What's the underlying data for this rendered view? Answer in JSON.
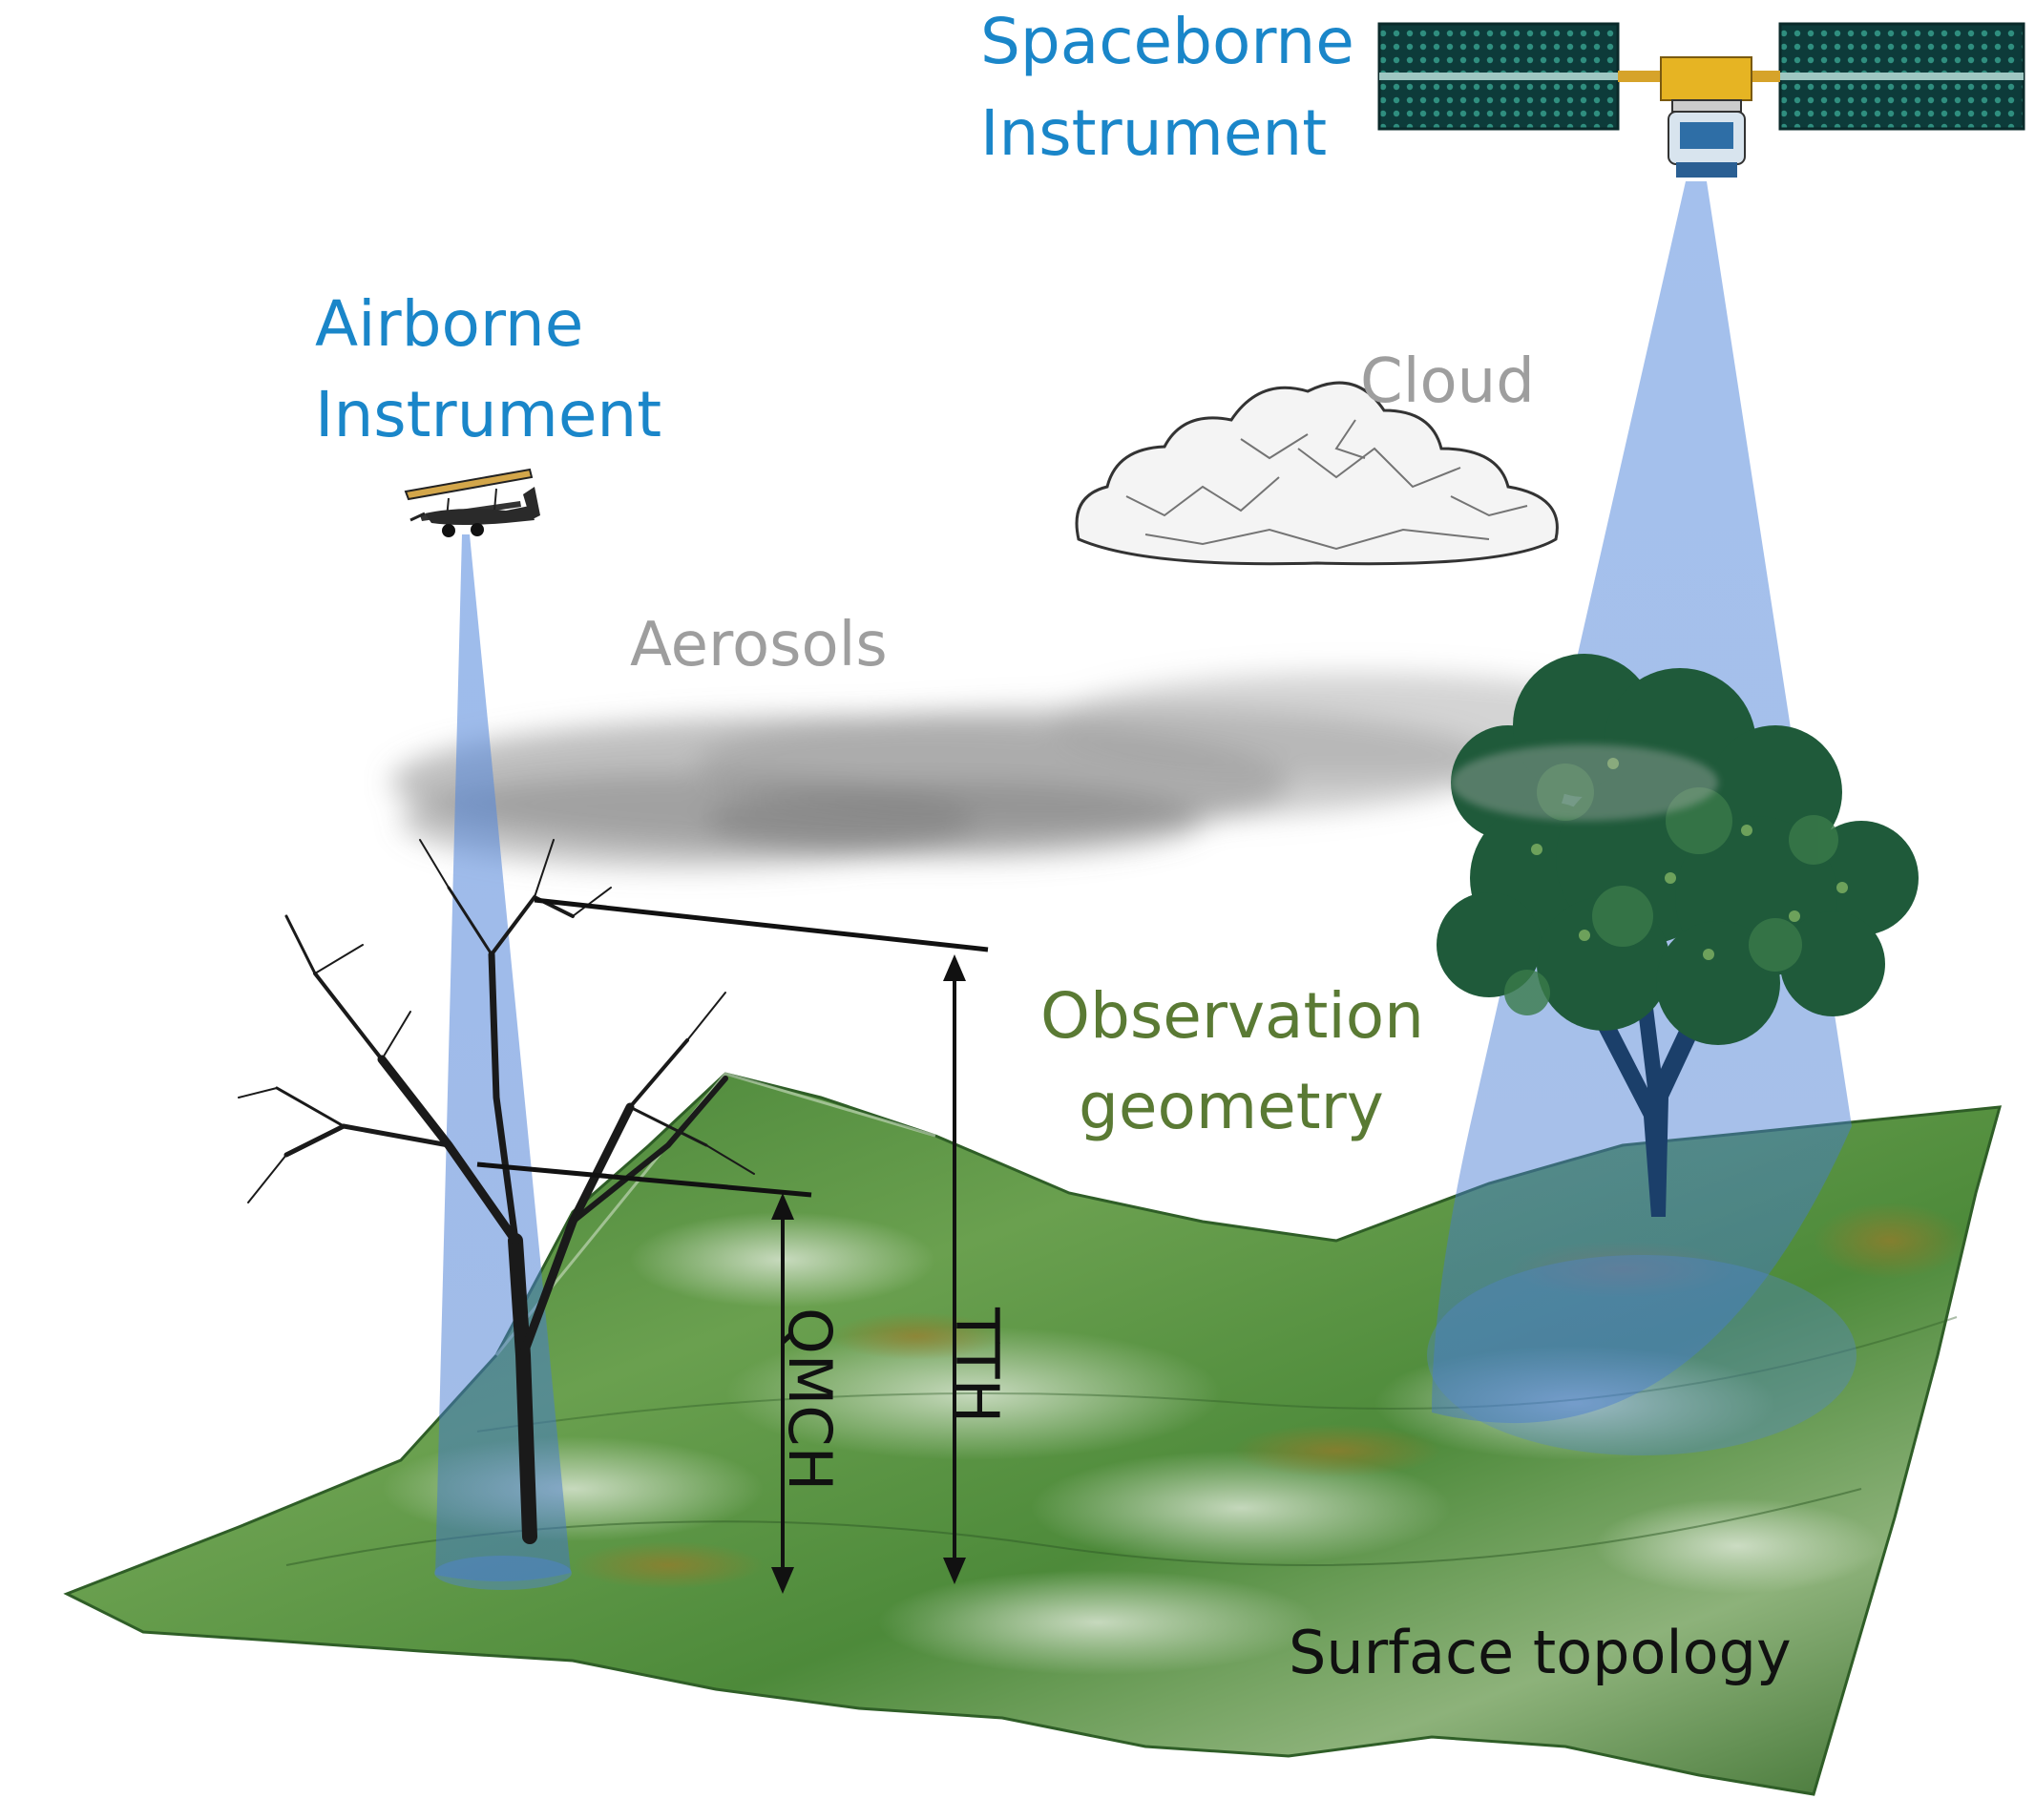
{
  "labels": {
    "spaceborne_line1": "Spaceborne",
    "spaceborne_line2": "Instrument",
    "airborne_line1": "Airborne",
    "airborne_line2": "Instrument",
    "cloud": "Cloud",
    "aerosols": "Aerosols",
    "observation_line1": "Observation",
    "observation_line2": "geometry",
    "surface": "Surface topology",
    "qmch": "QMCH",
    "tth": "TTH"
  },
  "colors": {
    "label_blue": "#1a86c9",
    "beam_blue": "#4a7fd6",
    "terrain_green": "#4d8a3a",
    "observation_green": "#5a7a34",
    "haze_grey": "#9e9e9e"
  },
  "icons": [
    "satellite-icon",
    "airplane-icon",
    "cloud-icon",
    "bare-tree-icon",
    "leafy-tree-icon"
  ]
}
